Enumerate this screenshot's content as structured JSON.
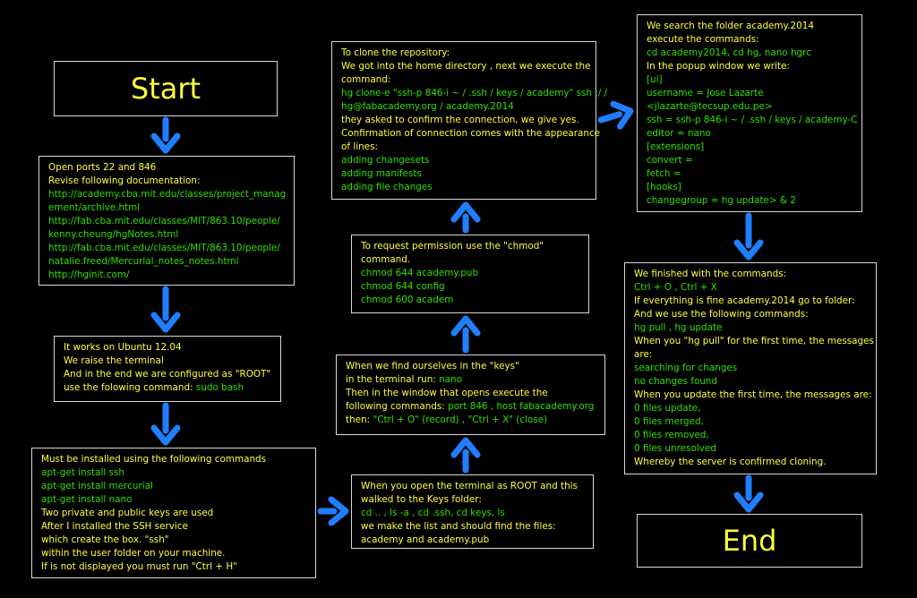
{
  "colors": {
    "background": "#000000",
    "heading": "#ffff40",
    "command": "#33e000",
    "arrow": "#1f7fff",
    "border": "#d9d9d9"
  },
  "start": {
    "label": "Start"
  },
  "end": {
    "label": "End"
  },
  "boxes": {
    "ports": [
      {
        "t": "Open ports 22 and 846",
        "c": "y"
      },
      {
        "t": "Revise following documentation:",
        "c": "y"
      },
      {
        "t": "http://academy.cba.mit.edu/classes/project_manag",
        "c": "g"
      },
      {
        "t": "ement/archive.html",
        "c": "g"
      },
      {
        "t": "http://fab.cba.mit.edu/classes/MIT/863.10/people/",
        "c": "g"
      },
      {
        "t": "kenny.cheung/hgNotes.html",
        "c": "g"
      },
      {
        "t": "http://fab.cba.mit.edu/classes/MIT/863.10/people/",
        "c": "g"
      },
      {
        "t": "natalie.freed/Mercurial_notes_notes.html",
        "c": "g"
      },
      {
        "t": "http://hginit.com/",
        "c": "g"
      }
    ],
    "ubuntu": [
      {
        "t": "It works on Ubuntu 12.04",
        "c": "y"
      },
      {
        "t": "We raise the terminal",
        "c": "y"
      },
      {
        "t": "And in the end we are configured as \"ROOT\"",
        "c": "y"
      },
      {
        "t": "use the folowing command: ",
        "c": "y",
        "cmd": "sudo bash"
      }
    ],
    "install": [
      {
        "t": "Must be installed using the following commands",
        "c": "y"
      },
      {
        "t": "apt-get install ssh",
        "c": "g"
      },
      {
        "t": "apt-get install mercurial",
        "c": "g"
      },
      {
        "t": "apt-get install nano",
        "c": "g"
      },
      {
        "t": "Two private and public keys are used",
        "c": "y"
      },
      {
        "t": "After I installed the SSH service",
        "c": "y"
      },
      {
        "t": "which create the box. \"ssh\"",
        "c": "y"
      },
      {
        "t": "within the user folder on your machine.",
        "c": "y"
      },
      {
        "t": "If is not displayed you must run  \"Ctrl + H\"",
        "c": "y"
      }
    ],
    "keys_folder": [
      {
        "t": "When you open the terminal as ROOT and this",
        "c": "y"
      },
      {
        "t": "walked to the Keys folder:",
        "c": "y"
      },
      {
        "t": "cd .. , ls -a , cd .ssh, cd keys, ls",
        "c": "g"
      },
      {
        "t": "we make the list and should find the files:",
        "c": "y"
      },
      {
        "t": "academy and academy.pub",
        "c": "y"
      }
    ],
    "nano": [
      {
        "t": "When we find ourselves in the \"keys\"",
        "c": "y"
      },
      {
        "t": "in the terminal run: ",
        "c": "y",
        "cmd": "nano"
      },
      {
        "t": "Then in the window that opens execute the",
        "c": "y"
      },
      {
        "t": "following commands: ",
        "c": "y",
        "cmd": "port 846 , host  fabacademy.org"
      },
      {
        "t": "then: ",
        "c": "y",
        "cmd": "\"Ctrl + O\" (record) , \"Ctrl + X\" (close)"
      }
    ],
    "chmod": [
      {
        "t": "To request permission use the \"chmod\"",
        "c": "y"
      },
      {
        "t": "command.",
        "c": "y"
      },
      {
        "t": "chmod 644 academy.pub",
        "c": "g"
      },
      {
        "t": "chmod 644 config",
        "c": "g"
      },
      {
        "t": "chmod 600 academ",
        "c": "g"
      }
    ],
    "clone": [
      {
        "t": "To clone the repository:",
        "c": "y"
      },
      {
        "t": "We got into the home directory , next we execute the",
        "c": "y"
      },
      {
        "t": "command:",
        "c": "y"
      },
      {
        "t": "hg clone-e \"ssh-p 846-i ~ / .ssh / keys / academy\" ssh :/ /",
        "c": "g"
      },
      {
        "t": "hg@fabacademy.org / academy.2014",
        "c": "g"
      },
      {
        "t": "they asked to confirm the connection, we give yes.",
        "c": "y"
      },
      {
        "t": "Confirmation of connection comes with the appearance",
        "c": "y"
      },
      {
        "t": "of lines:",
        "c": "y"
      },
      {
        "t": "adding changesets",
        "c": "g"
      },
      {
        "t": "adding manifests",
        "c": "g"
      },
      {
        "t": "adding file changes",
        "c": "g"
      }
    ],
    "hgrc": [
      {
        "t": "We search the folder academy.2014",
        "c": "y"
      },
      {
        "t": "execute the commands:",
        "c": "y"
      },
      {
        "t": "cd academy2014,  cd hg, nano hgrc",
        "c": "g"
      },
      {
        "t": "In the popup window we write:",
        "c": "y"
      },
      {
        "t": "[ui]",
        "c": "g"
      },
      {
        "t": "username = Jose Lazarte",
        "c": "g"
      },
      {
        "t": "<jlazarte@tecsup.edu.pe>",
        "c": "g"
      },
      {
        "t": "ssh = ssh-p 846-i ~ / .ssh / keys / academy-C",
        "c": "g"
      },
      {
        "t": "editor = nano",
        "c": "g"
      },
      {
        "t": "[extensions]",
        "c": "g"
      },
      {
        "t": "convert =",
        "c": "g"
      },
      {
        "t": "fetch =",
        "c": "g"
      },
      {
        "t": "[hooks]",
        "c": "g"
      },
      {
        "t": "changegroup = hg update> & 2",
        "c": "g"
      }
    ],
    "finish": [
      {
        "t": "We finished with the commands:",
        "c": "y"
      },
      {
        "t": "Ctrl + O , Ctrl + X",
        "c": "g"
      },
      {
        "t": "If everything is fine academy.2014  go to folder:",
        "c": "y"
      },
      {
        "t": "And we use the following commands:",
        "c": "y"
      },
      {
        "t": "hg pull , hg update",
        "c": "g"
      },
      {
        "t": "When you \"hg pull\" for the first time, the messages",
        "c": "y"
      },
      {
        "t": "are:",
        "c": "y"
      },
      {
        "t": "searching for changes",
        "c": "g"
      },
      {
        "t": "no changes found",
        "c": "g"
      },
      {
        "t": "When you update the first time, the messages are:",
        "c": "y"
      },
      {
        "t": "0 files update,",
        "c": "g"
      },
      {
        "t": "0 files merged,",
        "c": "g"
      },
      {
        "t": "0 files removed,",
        "c": "g"
      },
      {
        "t": "0 files unresolved",
        "c": "g"
      },
      {
        "t": "Whereby the server is confirmed cloning.",
        "c": "y"
      }
    ]
  }
}
